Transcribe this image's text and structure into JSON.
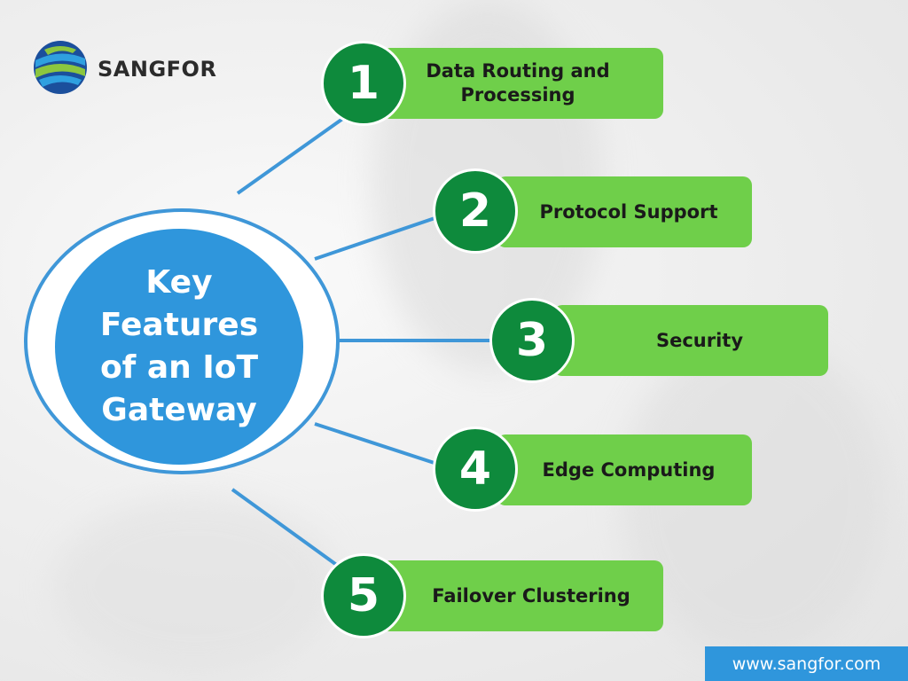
{
  "brand": {
    "name": "SANGFOR",
    "logo_icon": "globe-icon",
    "website": "www.sangfor.com"
  },
  "hub": {
    "title": "Key Features of an IoT Gateway"
  },
  "features": [
    {
      "number": "1",
      "label": "Data Routing and Processing"
    },
    {
      "number": "2",
      "label": "Protocol Support"
    },
    {
      "number": "3",
      "label": "Security"
    },
    {
      "number": "4",
      "label": "Edge Computing"
    },
    {
      "number": "5",
      "label": "Failover Clustering"
    }
  ],
  "colors": {
    "hub_blue": "#2f96dc",
    "connector_blue": "#3f97d8",
    "badge_green": "#0e8a3c",
    "bar_green": "#6fcf4a"
  }
}
